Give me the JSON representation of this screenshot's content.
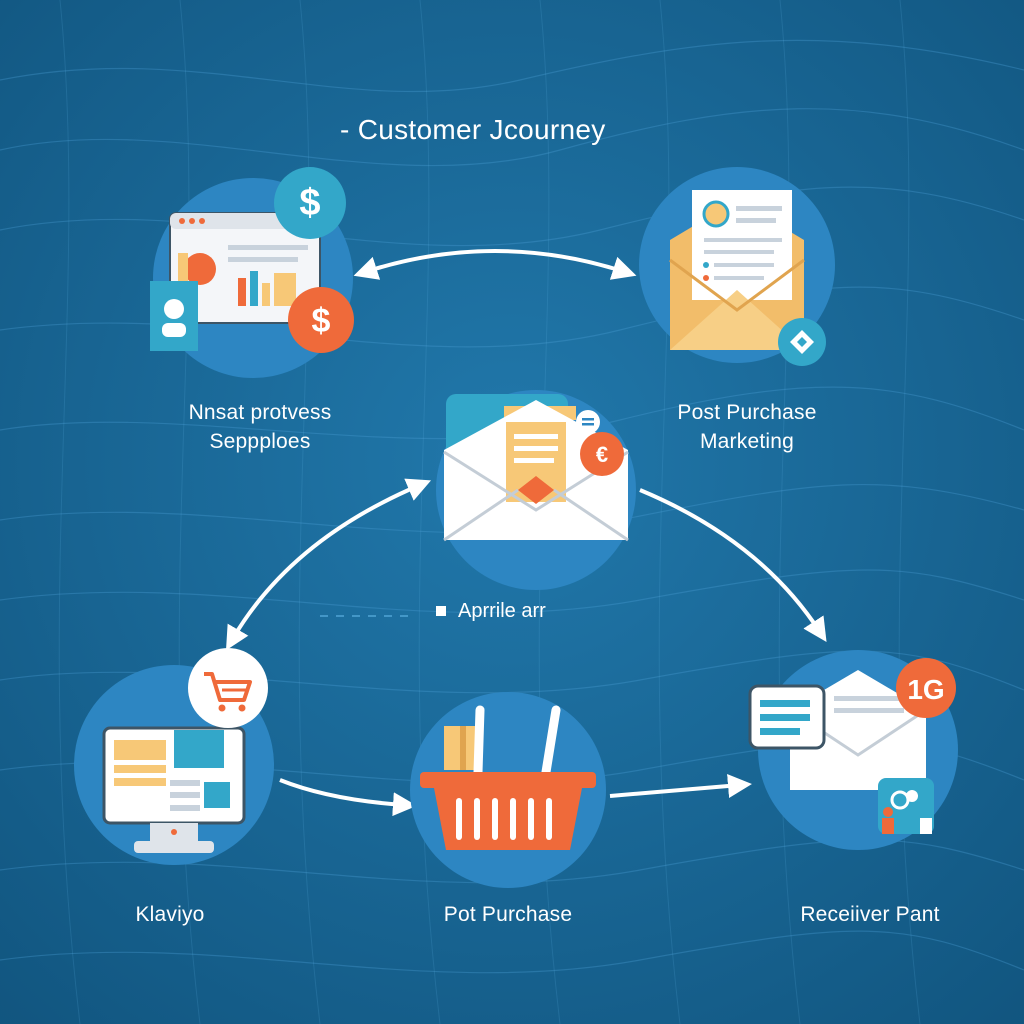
{
  "title": "- Customer Jcourney",
  "center_caption": "Aprrile arr",
  "nodes": {
    "top_left": {
      "line1": "Nnsat protvess",
      "line2": "Seppploes",
      "badge_top": "$",
      "badge_bottom": "$"
    },
    "top_right": {
      "line1": "Post Purchase",
      "line2": "Marketing"
    },
    "center": {
      "badge_bottom": "€"
    },
    "bottom_left": {
      "label": "Klaviyo"
    },
    "bottom_middle": {
      "label": "Pot Purchase"
    },
    "bottom_right": {
      "label": "Receiiver Pant",
      "badge": "1G"
    }
  },
  "colors": {
    "background": "#1a6a9c",
    "circle": "#2d86c2",
    "orange": "#ef6a3a",
    "teal": "#33a7c9",
    "cream": "#f7c877",
    "white": "#ffffff"
  }
}
